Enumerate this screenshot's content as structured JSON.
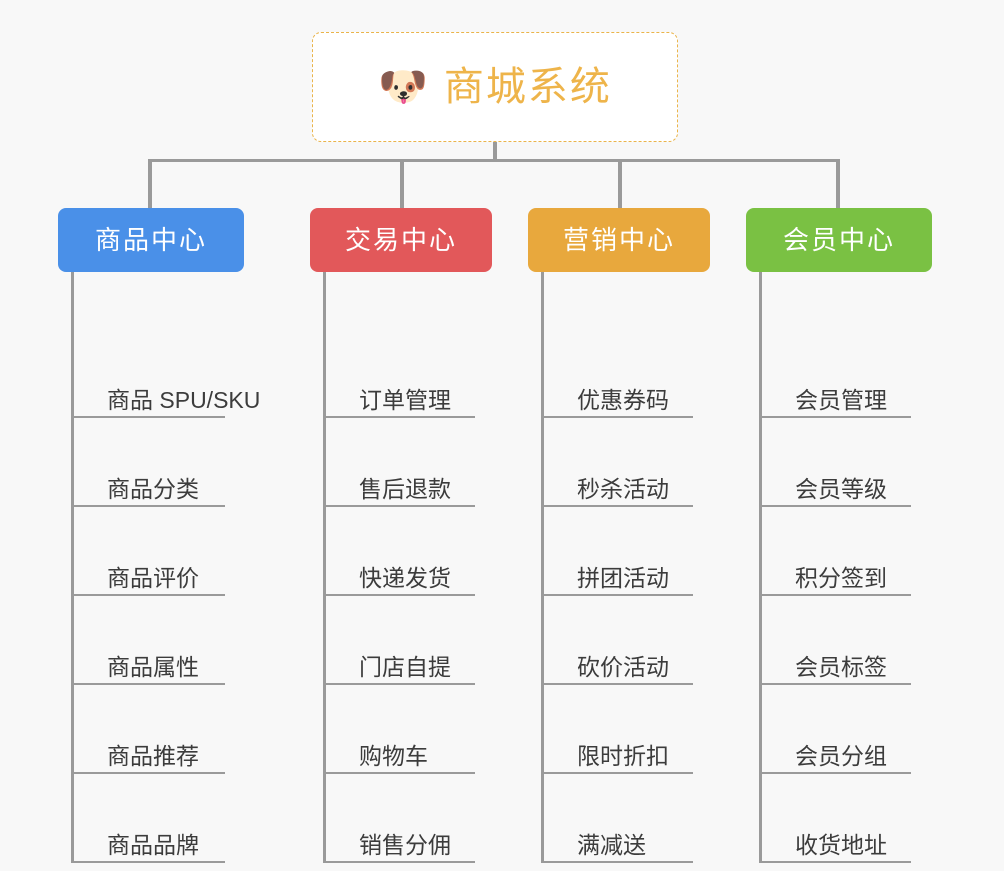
{
  "page": {
    "background_color": "#f8f8f8",
    "line_color": "#9a9a9a"
  },
  "root": {
    "title": "商城系统",
    "icon": "dog-face-emoji",
    "icon_glyph": "🐶",
    "text_color": "#eeb44a",
    "border_color": "#eab44a",
    "background_color": "#ffffff"
  },
  "branches": [
    {
      "id": "product-center",
      "label": "商品中心",
      "color": "#4a90e8",
      "items": [
        "商品 SPU/SKU",
        "商品分类",
        "商品评价",
        "商品属性",
        "商品推荐",
        "商品品牌"
      ]
    },
    {
      "id": "trade-center",
      "label": "交易中心",
      "color": "#e2585a",
      "items": [
        "订单管理",
        "售后退款",
        "快递发货",
        "门店自提",
        "购物车",
        "销售分佣"
      ]
    },
    {
      "id": "marketing-center",
      "label": "营销中心",
      "color": "#e8a83d",
      "items": [
        "优惠券码",
        "秒杀活动",
        "拼团活动",
        "砍价活动",
        "限时折扣",
        "满减送"
      ]
    },
    {
      "id": "member-center",
      "label": "会员中心",
      "color": "#7ac143",
      "items": [
        "会员管理",
        "会员等级",
        "积分签到",
        "会员标签",
        "会员分组",
        "收货地址"
      ]
    }
  ]
}
